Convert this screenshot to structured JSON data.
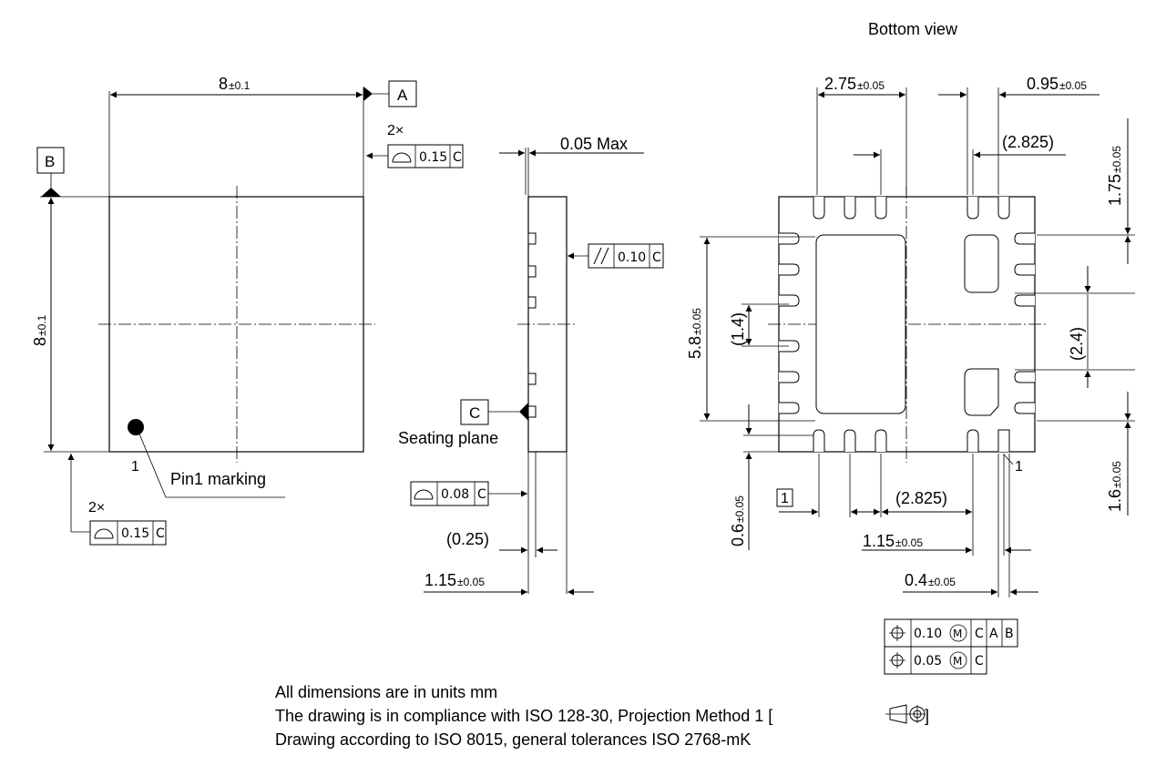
{
  "title": "Bottom view",
  "datum_labels": {
    "A": "A",
    "B": "B",
    "C": "C"
  },
  "top_view": {
    "width": {
      "value": "8",
      "tol": "±0.1"
    },
    "height": {
      "value": "8",
      "tol": "±0.1"
    },
    "pin1_number": "1",
    "pin1_marking": "Pin1 marking",
    "profile_callout_top": {
      "count": "2×",
      "value": "0.15",
      "datum": "C"
    },
    "profile_callout_bottom": {
      "count": "2×",
      "value": "0.15",
      "datum": "C"
    }
  },
  "side_view": {
    "max_label": "0.05 Max",
    "parallelism": {
      "value": "0.10",
      "datum": "C"
    },
    "seating_plane": "Seating plane",
    "surface_profile": {
      "value": "0.08",
      "datum": "C"
    },
    "standoff": "(0.25)",
    "thickness": {
      "value": "1.15",
      "tol": "±0.05"
    }
  },
  "bottom_view": {
    "dim_top_left": {
      "value": "2.75",
      "tol": "±0.05"
    },
    "dim_top_right": {
      "value": "0.95",
      "tol": "±0.05"
    },
    "dim_top_ref": "(2.825)",
    "dim_right_top": {
      "value": "1.75",
      "tol": "±0.05"
    },
    "dim_right_mid": "(2.4)",
    "dim_right_bottom": {
      "value": "1.6",
      "tol": "±0.05"
    },
    "dim_left_height": {
      "value": "5.8",
      "tol": "±0.05"
    },
    "dim_left_ref": "(1.4)",
    "dim_left_bottom": {
      "value": "0.6",
      "tol": "±0.05"
    },
    "box_label": "1",
    "pin1_label": "1",
    "dim_bottom_ref": "(2.825)",
    "dim_bottom_pitch": {
      "value": "1.15",
      "tol": "±0.05"
    },
    "dim_bottom_width": {
      "value": "0.4",
      "tol": "±0.05"
    },
    "position_tol_1": {
      "value": "0.10",
      "modifier": "M",
      "datums": [
        "C",
        "A",
        "B"
      ]
    },
    "position_tol_2": {
      "value": "0.05",
      "modifier": "M",
      "datums": [
        "C"
      ]
    }
  },
  "notes": [
    "All dimensions are in units mm",
    "The drawing is in compliance with ISO 128-30, Projection Method 1 [",
    "Drawing according to ISO 8015, general tolerances ISO 2768-mK"
  ],
  "notes_suffix": "]"
}
